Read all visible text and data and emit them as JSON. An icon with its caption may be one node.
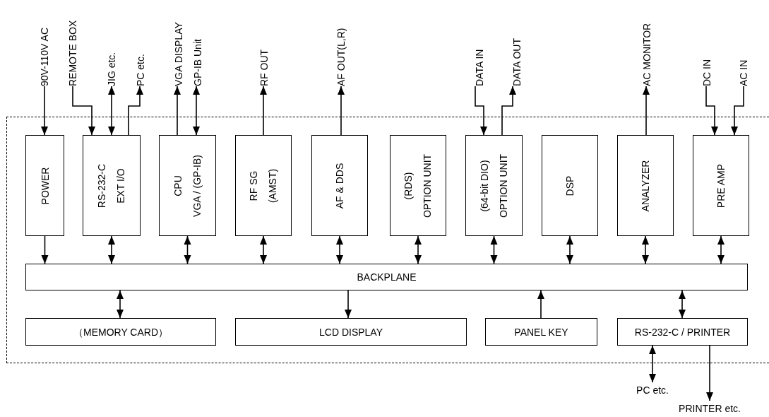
{
  "diagram": {
    "nodes": [
      {
        "text": [],
        "shape": "box"
      },
      {
        "text": [
          "90V-110V AC"
        ]
      },
      {
        "text": [
          "REMOTE BOX"
        ]
      },
      {
        "text": [
          "JIG etc."
        ]
      },
      {
        "text": [
          "PC etc."
        ]
      },
      {
        "text": [
          "VGA DISPLAY"
        ]
      },
      {
        "text": [
          "GP-IB Unit"
        ]
      },
      {
        "text": [
          "RF OUT"
        ]
      },
      {
        "text": [
          "AF OUT(L,R)"
        ]
      },
      {
        "text": [
          "DATA IN"
        ]
      },
      {
        "text": [
          "DATA OUT"
        ]
      },
      {
        "text": [
          "AC MONITOR"
        ]
      },
      {
        "text": [
          "DC IN"
        ]
      },
      {
        "text": [
          "AC IN"
        ]
      },
      {
        "text": [
          "POWER"
        ],
        "in": 0
      },
      {
        "text": [
          "RS-232-C",
          "EXT I/O"
        ],
        "in": 0
      },
      {
        "text": [
          "CPU",
          "VGA / (GP-IB)"
        ],
        "in": 0
      },
      {
        "text": [
          "RF SG",
          "(AMST)"
        ],
        "in": 0
      },
      {
        "text": [
          "AF & DDS"
        ],
        "in": 0
      },
      {
        "text": [
          "(RDS)",
          "OPTION UNIT"
        ],
        "in": 0
      },
      {
        "text": [
          "(64-bit DIO)",
          "OPTION UNIT"
        ],
        "in": 0
      },
      {
        "text": [
          "DSP"
        ],
        "in": 0
      },
      {
        "text": [
          "ANALYZER"
        ],
        "in": 0
      },
      {
        "text": [
          "PRE AMP"
        ],
        "in": 0
      },
      {
        "text": [
          "BACKPLANE"
        ],
        "in": 0
      },
      {
        "text": [
          "（MEMORY CARD）"
        ],
        "in": 0
      },
      {
        "text": [
          "LCD DISPLAY"
        ],
        "in": 0
      },
      {
        "text": [
          "PANEL KEY"
        ],
        "in": 0
      },
      {
        "text": [
          "RS-232-C / PRINTER"
        ],
        "in": 0
      },
      {
        "text": [
          "PC etc."
        ]
      },
      {
        "text": [
          "PRINTER etc."
        ]
      }
    ],
    "edges": [
      {
        "from": 1,
        "to": 14,
        "arrow": "to"
      },
      {
        "from": 2,
        "to": 15,
        "arrow": "to"
      },
      {
        "from": 15,
        "to": 3,
        "arrow": "both"
      },
      {
        "from": 15,
        "to": 4,
        "arrow": "to"
      },
      {
        "from": 16,
        "to": 5,
        "arrow": "to"
      },
      {
        "from": 16,
        "to": 6,
        "arrow": "both"
      },
      {
        "from": 17,
        "to": 7,
        "arrow": "to"
      },
      {
        "from": 18,
        "to": 8,
        "arrow": "to"
      },
      {
        "from": 9,
        "to": 20,
        "arrow": "to"
      },
      {
        "from": 20,
        "to": 10,
        "arrow": "to"
      },
      {
        "from": 22,
        "to": 11,
        "arrow": "to"
      },
      {
        "from": 12,
        "to": 23,
        "arrow": "to"
      },
      {
        "from": 13,
        "to": 23,
        "arrow": "to"
      },
      {
        "from": 14,
        "to": 24,
        "arrow": "to"
      },
      {
        "from": 15,
        "to": 24,
        "arrow": "both"
      },
      {
        "from": 16,
        "to": 24,
        "arrow": "both"
      },
      {
        "from": 17,
        "to": 24,
        "arrow": "both"
      },
      {
        "from": 18,
        "to": 24,
        "arrow": "both"
      },
      {
        "from": 19,
        "to": 24,
        "arrow": "both"
      },
      {
        "from": 20,
        "to": 24,
        "arrow": "both"
      },
      {
        "from": 21,
        "to": 24,
        "arrow": "both"
      },
      {
        "from": 22,
        "to": 24,
        "arrow": "both"
      },
      {
        "from": 23,
        "to": 24,
        "arrow": "both"
      },
      {
        "from": 24,
        "to": 25,
        "arrow": "both"
      },
      {
        "from": 24,
        "to": 26,
        "arrow": "to"
      },
      {
        "from": 27,
        "to": 24,
        "arrow": "to"
      },
      {
        "from": 24,
        "to": 28,
        "arrow": "both"
      },
      {
        "from": 28,
        "to": 29,
        "arrow": "both"
      },
      {
        "from": 28,
        "to": 30,
        "arrow": "to"
      }
    ]
  }
}
